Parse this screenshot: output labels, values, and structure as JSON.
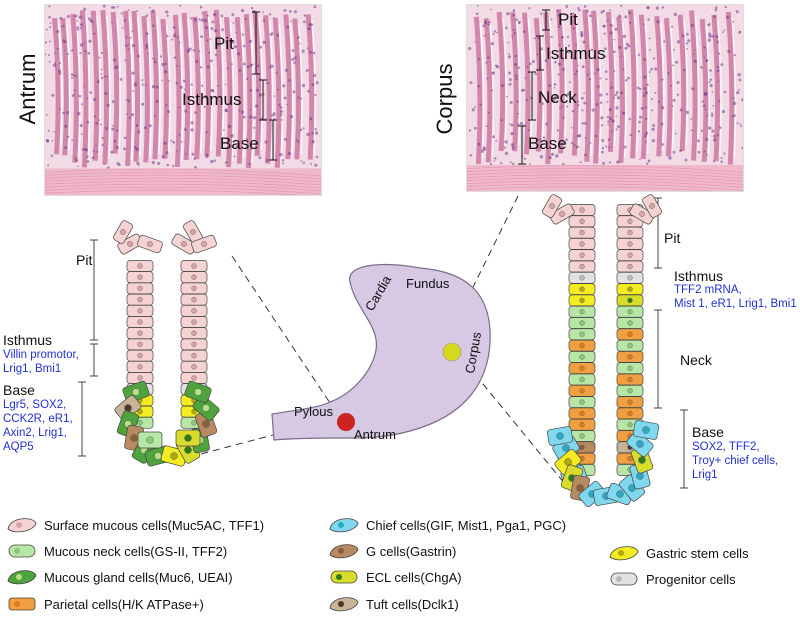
{
  "micrographs": {
    "antrum": {
      "side_label": "Antrum",
      "pit": "Pit",
      "isthmus": "Isthmus",
      "base": "Base"
    },
    "corpus": {
      "side_label": "Corpus",
      "pit": "Pit",
      "isthmus": "Isthmus",
      "neck": "Neck",
      "base": "Base"
    }
  },
  "antral_gland": {
    "pit": "Pit",
    "isthmus": "Isthmus",
    "isthmus_markers": [
      "Villin promotor,",
      "Lrig1, Bmi1"
    ],
    "base": "Base",
    "base_markers": [
      "Lgr5, SOX2,",
      "CCK2R, eR1,",
      "Axin2, Lrig1,",
      "AQP5"
    ]
  },
  "stomach": {
    "fundus": "Fundus",
    "cardia": "Cardia",
    "corpus": "Corpus",
    "pylous": "Pylous",
    "antrum": "Antrum",
    "colors": {
      "body": "#d7c8e3",
      "outline": "#7a6d86",
      "antrum_dot": "#cc2222",
      "corpus_dot": "#d8d81c"
    }
  },
  "corpus_gland": {
    "pit": "Pit",
    "isthmus": "Isthmus",
    "isthmus_markers": [
      "TFF2 mRNA,",
      "Mist 1, eR1, Lrig1, Bmi1"
    ],
    "neck": "Neck",
    "base": "Base",
    "base_markers": [
      "SOX2, TFF2,",
      "Troy+ chief cells,",
      "Lrig1"
    ]
  },
  "legend": [
    {
      "label": "Surface mucous cells(Muc5AC, TFF1)",
      "color": "#f6d3d3",
      "nucleus": "#d9a3a8"
    },
    {
      "label": "Mucous neck cells(GS-II, TFF2)",
      "color": "#b8e6a6",
      "nucleus": "#8cc87b"
    },
    {
      "label": "Mucous gland cells(Muc6, UEAI)",
      "color": "#4fa33c",
      "nucleus": "#b8e08a"
    },
    {
      "label": "Parietal cells(H/K ATPase+)",
      "color": "#f0a040",
      "nucleus": "#e07a20"
    },
    {
      "label": "Chief cells(GIF, Mist1, Pga1, PGC)",
      "color": "#7fd8ee",
      "nucleus": "#2fa8c8"
    },
    {
      "label": "G cells(Gastrin)",
      "color": "#b88a62",
      "nucleus": "#8a5f3c"
    },
    {
      "label": "ECL cells(ChgA)",
      "color": "#d7dd2a",
      "nucleus": "#2f7a1f"
    },
    {
      "label": "Tuft cells(Dclk1)",
      "color": "#c9b397",
      "nucleus": "#4a3a2a"
    },
    {
      "label": "Gastric stem cells",
      "color": "#f4ec20",
      "nucleus": "#b0a810"
    },
    {
      "label": "Progenitor cells",
      "color": "#e2e2e2",
      "nucleus": "#bbbbbb"
    }
  ]
}
